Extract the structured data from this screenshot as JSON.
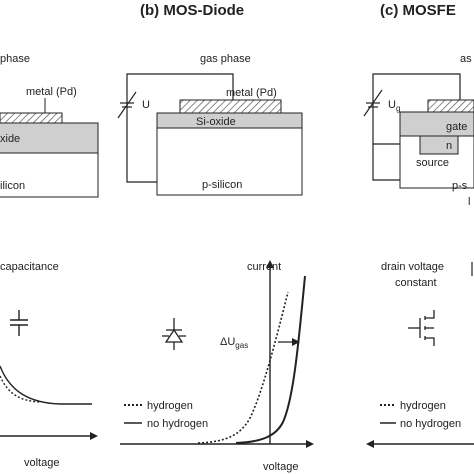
{
  "panels": {
    "a": {
      "phase_label": "phase",
      "metal_label": "metal (Pd)",
      "oxide_label": "xide",
      "substrate_label": "ilicon",
      "plot_ylabel": "capacitance",
      "plot_xlabel": "voltage"
    },
    "b": {
      "title": "(b)  MOS-Diode",
      "phase_label": "gas phase",
      "metal_label": "metal (Pd)",
      "source_label": "U",
      "oxide_label": "Si-oxide",
      "substrate_label": "p-silicon",
      "plot_ylabel": "current",
      "shift_label": "ΔU",
      "shift_sub": "gas",
      "legend_hydrogen": "hydrogen",
      "legend_no_hydrogen": "no hydrogen",
      "plot_xlabel": "voltage"
    },
    "c": {
      "title": "(c)  MOSFE",
      "phase_label": "as",
      "source_label": "U",
      "source_sub": "g",
      "gate_label": "gate",
      "n_label": "n",
      "source_region_label": "source",
      "substrate_label": "p-s",
      "edge_label": "l",
      "plot_header_1": "drain voltage",
      "plot_header_2": "constant",
      "legend_hydrogen": "hydrogen",
      "legend_no_hydrogen": "no hydrogen"
    }
  },
  "colors": {
    "line": "#222222",
    "oxide_fill": "#cfcfcf",
    "metal_hatch": "#555555"
  }
}
